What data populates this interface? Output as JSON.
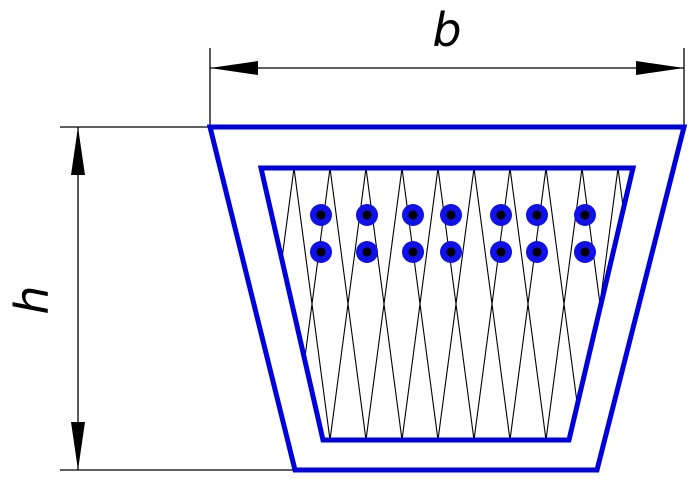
{
  "dimensions": {
    "width_label": "b",
    "height_label": "h"
  },
  "cord_rows": 2,
  "cords_per_row": 7,
  "colors": {
    "outline": "#0000dd",
    "cord_fill": "#1010e8",
    "cord_core": "#000000",
    "hatch": "#000000",
    "dimension_lines": "#000000"
  }
}
